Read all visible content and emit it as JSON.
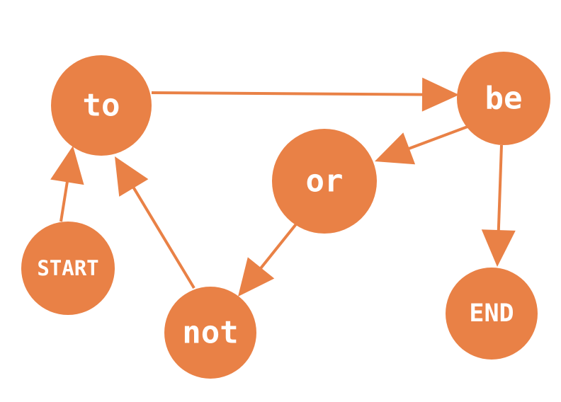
{
  "colors": {
    "node": "#E98146",
    "edge": "#E98146",
    "label": "#ffffff"
  },
  "nodes": [
    {
      "id": "to",
      "label": "to"
    },
    {
      "id": "be",
      "label": "be"
    },
    {
      "id": "or",
      "label": "or"
    },
    {
      "id": "start",
      "label": "START"
    },
    {
      "id": "not",
      "label": "not"
    },
    {
      "id": "end",
      "label": "END"
    }
  ],
  "edges": [
    {
      "from": "to",
      "to": "be"
    },
    {
      "from": "be",
      "to": "or"
    },
    {
      "from": "be",
      "to": "end"
    },
    {
      "from": "or",
      "to": "not"
    },
    {
      "from": "not",
      "to": "to"
    },
    {
      "from": "start",
      "to": "to"
    }
  ]
}
